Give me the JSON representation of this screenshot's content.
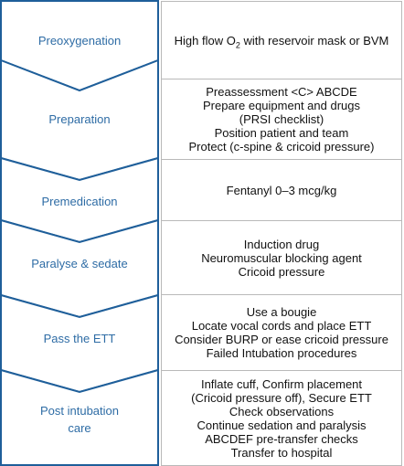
{
  "colors": {
    "step_outline": "#1f5f9a",
    "step_text": "#2e6ca5",
    "detail_border": "#b9b9b9",
    "detail_text": "#111111"
  },
  "steps": [
    {
      "label": "Preoxygenation",
      "details": [
        "High flow O",
        "2",
        " with reservoir mask or BVM"
      ]
    },
    {
      "label": "Preparation",
      "details": [
        "Preassessment <C> ABCDE",
        "Prepare equipment and drugs",
        "(PRSI checklist)",
        "Position patient and team",
        "Protect (c-spine & cricoid pressure)"
      ]
    },
    {
      "label": "Premedication",
      "details": [
        "Fentanyl 0–3 mcg/kg"
      ]
    },
    {
      "label": "Paralyse & sedate",
      "details": [
        "Induction drug",
        "Neuromuscular blocking agent",
        "Cricoid pressure"
      ]
    },
    {
      "label": "Pass the ETT",
      "details": [
        "Use a bougie",
        "Locate vocal cords and place ETT",
        "Consider BURP or ease cricoid pressure",
        "Failed Intubation procedures"
      ]
    },
    {
      "label": "Post intubation\ncare",
      "details": [
        "Inflate cuff, Confirm placement",
        "(Cricoid pressure off), Secure ETT",
        "Check observations",
        "Continue sedation and paralysis",
        "ABCDEF pre-transfer checks",
        "Transfer to hospital"
      ]
    }
  ]
}
